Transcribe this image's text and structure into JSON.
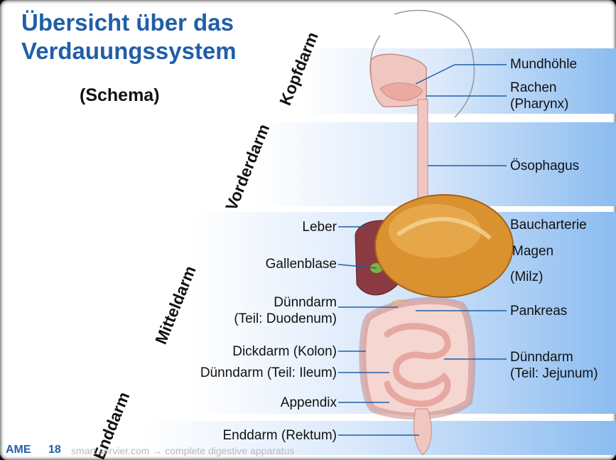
{
  "slide": {
    "title_line1": "Übersicht über das",
    "title_line2": "Verdauungssystem",
    "subtitle": "(Schema)",
    "page_number": "18",
    "logo": "AME",
    "source": "smart.servier.com → complete digestive apparatus"
  },
  "segments": [
    "Kopfdarm",
    "Vorderdarm",
    "Mitteldarm",
    "Enddarm"
  ],
  "labels_left": {
    "leber": "Leber",
    "gallenblase": "Gallenblase",
    "duenndarm_1": "Dünndarm",
    "duenndarm_2": "(Teil: Duodenum)",
    "dickdarm": "Dickdarm (Kolon)",
    "ileum": "Dünndarm (Teil: Ileum)",
    "appendix": "Appendix",
    "enddarm": "Enddarm (Rektum)"
  },
  "labels_right": {
    "mundhoehle": "Mundhöhle",
    "rachen_1": "Rachen",
    "rachen_2": "(Pharynx)",
    "oesophagus": "Ösophagus",
    "baucharterie": "Baucharterie",
    "magen": "Magen",
    "milz": "(Milz)",
    "pankreas": "Pankreas",
    "jejunum_1": "Dünndarm",
    "jejunum_2": "(Teil: Jejunum)"
  },
  "colors": {
    "title": "#1f5fa8",
    "band": "#8bbcf0",
    "leader": "#1f5fa8",
    "organ": "#f0c7c0",
    "bread": "#d9922f"
  },
  "icons": [
    "bread-roll-image",
    "digestive-system-illustration"
  ]
}
